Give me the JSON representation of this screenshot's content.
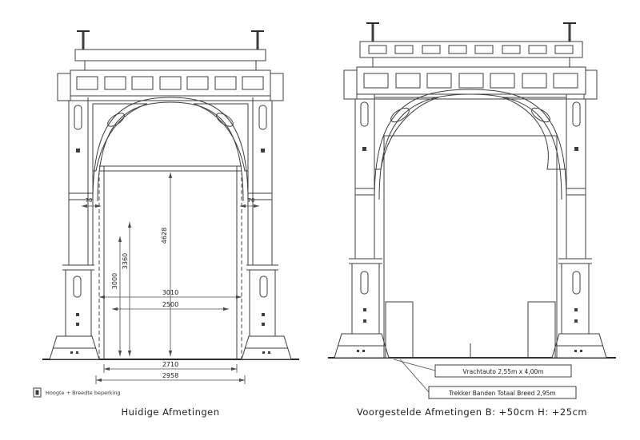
{
  "page": {
    "background": "#ffffff",
    "line_color": "#3e3e3e"
  },
  "left_drawing": {
    "caption": "Huidige Afmetingen",
    "dimensions": {
      "total_height": "4628",
      "height_a": "3000",
      "height_b": "3360",
      "width_top": "3010",
      "width_inner": "2500",
      "width_bottom_a": "2710",
      "width_bottom_b": "2958",
      "offset_left": "70",
      "offset_right": "70"
    }
  },
  "right_drawing": {
    "caption": "Voorgestelde Afmetingen B: +50cm   H: +25cm",
    "callouts": {
      "truck": "Vrachtauto 2,55m x 4,00m",
      "tires": "Trekker Banden Totaal Breed 2,95m"
    }
  },
  "legend": {
    "restriction": "Hoogte + Breedte beperking"
  }
}
